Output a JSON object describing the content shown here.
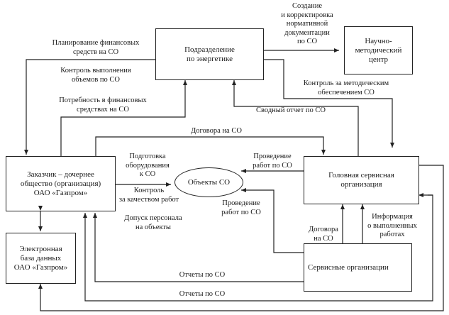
{
  "diagram": {
    "nodes": {
      "energy_division": "Подразделение\nпо энергетике",
      "sci_center": "Научно-\nметодический\nцентр",
      "customer": "Заказчик – дочернее\nобщество (организация)\nОАО «Газпром»",
      "objects": "Объекты СО",
      "head_service": "Головная сервисная\nорганизация",
      "database": "Электронная\nбаза данных\nОАО «Газпром»",
      "service_orgs": "Сервисные организации"
    },
    "edges": {
      "create_docs": "Создание\nи корректировка\nнормативной\nдокументации\nпо СО",
      "plan_finance": "Планирование финансовых\nсредств на СО",
      "control_volume": "Контроль выполнения\nобъемов по СО",
      "need_finance": "Потребность в финансовых\nсредствах на СО",
      "control_method": "Контроль за методическим\nобеспечением СО",
      "summary_report": "Сводный отчет по СО",
      "contracts": "Договора на СО",
      "prep_equipment": "Подготовка\nоборудования\nк СО",
      "quality_control": "Контроль\nза качеством работ",
      "personnel_access": "Допуск персонала\nна объекты",
      "works_head": "Проведение\nработ по СО",
      "works_service": "Проведение\nработ по СО",
      "contracts_service": "Договора\nна СО",
      "info_completed": "Информация\nо выполненных\nработах",
      "reports_1": "Отчеты по СО",
      "reports_2": "Отчеты по СО"
    }
  }
}
